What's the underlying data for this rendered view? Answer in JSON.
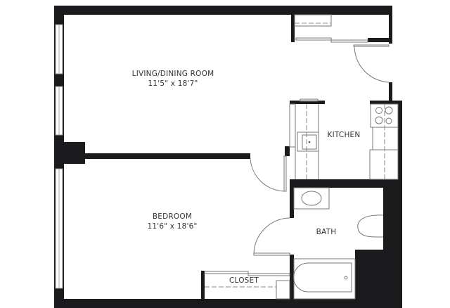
{
  "rooms": {
    "living": {
      "name": "LIVING/DINING ROOM",
      "size": "11'5\" x 18'7\""
    },
    "bedroom": {
      "name": "BEDROOM",
      "size": "11'6\" x 18'6\""
    },
    "kitchen": {
      "name": "KITCHEN"
    },
    "bath": {
      "name": "BATH"
    },
    "closet": {
      "name": "CLOSET"
    }
  },
  "colors": {
    "wall": "#1b1b1d",
    "background": "#ffffff",
    "fixture": "#777777"
  }
}
